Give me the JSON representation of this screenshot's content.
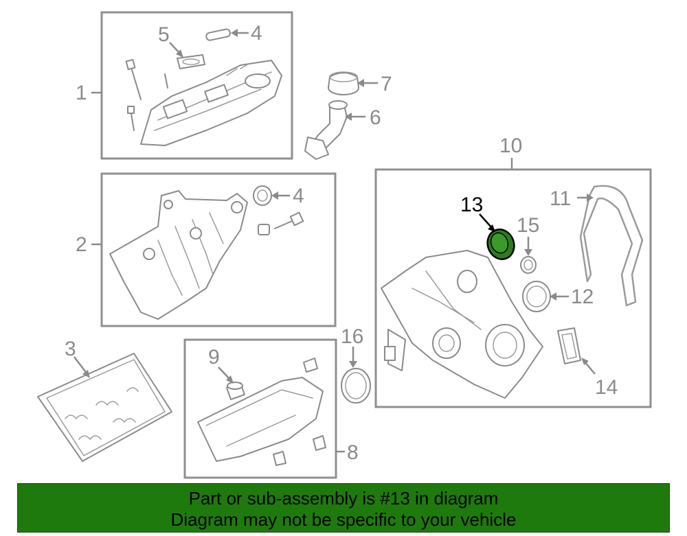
{
  "callouts": {
    "c1": "1",
    "c2": "2",
    "c3": "3",
    "c4a": "4",
    "c4b": "4",
    "c5": "5",
    "c6": "6",
    "c7": "7",
    "c8": "8",
    "c9": "9",
    "c10": "10",
    "c11": "11",
    "c12": "12",
    "c13": "13",
    "c14": "14",
    "c15": "15",
    "c16": "16"
  },
  "highlight": {
    "part_number": "13",
    "color": "#2e7d1d"
  },
  "banner": {
    "line1": "Part or sub-assembly is #13 in diagram",
    "line2": "Diagram may not be specific to your vehicle",
    "background": "#1f7a0d"
  }
}
